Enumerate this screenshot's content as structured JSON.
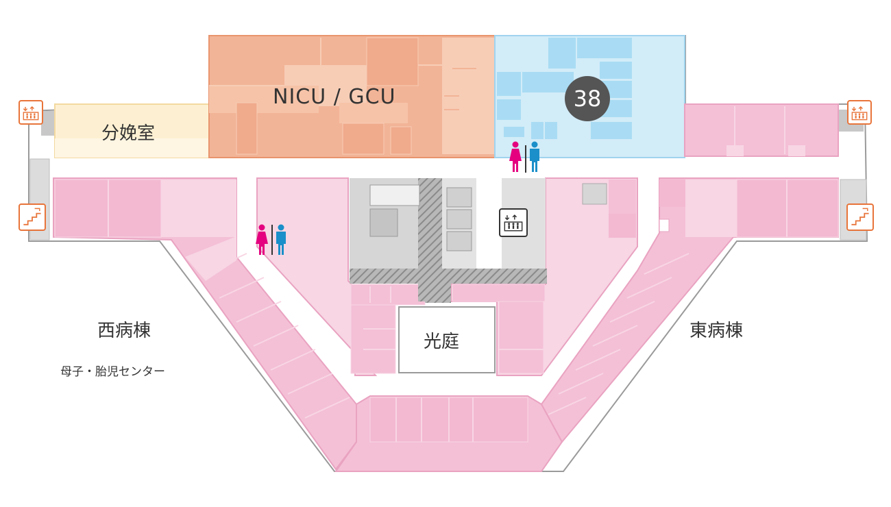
{
  "areas": {
    "nicu_gcu": "NICU / GCU",
    "delivery": "分娩室",
    "west_ward": "西病棟",
    "west_sub": "母子・胎児センター",
    "east_ward": "東病棟",
    "courtyard": "光庭"
  },
  "marker": {
    "number": "38"
  },
  "icons": {
    "elevator_top_left": "elevator-icon",
    "stairs_left": "stairs-icon",
    "elevator_top_right": "elevator-icon",
    "stairs_right": "stairs-icon",
    "elevator_center": "elevator-icon",
    "restroom_top": "restroom-icon",
    "restroom_left": "restroom-icon"
  },
  "colors": {
    "ward_pink": "#f4c0d6",
    "ward_pink_light": "#f8d6e4",
    "nicu_orange": "#f2b497",
    "nicu_orange_light": "#f7cdb6",
    "blue_area": "#d2ecf8",
    "blue_room": "#a9dcf4",
    "delivery_yellow": "#fcebc4",
    "core_gray": "#d6d6d6",
    "accent_orange": "#e8743a",
    "female_pink": "#e4007f",
    "male_blue": "#1a8fc9"
  }
}
